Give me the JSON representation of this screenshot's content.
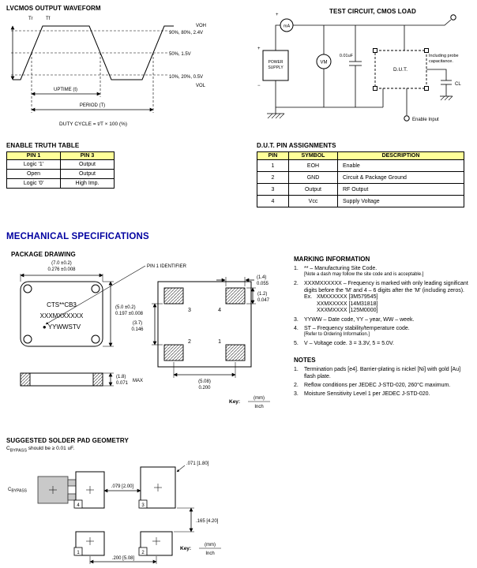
{
  "waveform": {
    "title": "LVCMOS OUTPUT WAVEFORM",
    "tr": "Tr",
    "tf": "Tf",
    "voh": "VOH",
    "vol": "VOL",
    "level_90": "90%, 80%, 2.4V",
    "level_50": "50%, 1.5V",
    "level_10": "10%, 20%, 0.5V",
    "uptime": "UPTIME (t)",
    "period": "PERIOD (T)",
    "duty_cycle": "DUTY CYCLE = t/T × 100 (%)"
  },
  "circuit": {
    "title": "TEST CIRCUIT, CMOS LOAD",
    "ammeter": "mA",
    "plus": "+",
    "minus": "−",
    "power_supply_line1": "POWER",
    "power_supply_line2": "SUPPLY",
    "voltmeter": "VM",
    "capacitor": "0.01uF",
    "dut": "D.U.T.",
    "cl": "CL",
    "probe_note_line1": "Including probe",
    "probe_note_line2": "capacitance.",
    "enable_input": "Enable Input"
  },
  "enable_truth_table": {
    "title": "ENABLE TRUTH TABLE",
    "headers": [
      "PIN 1",
      "PIN 3"
    ],
    "rows": [
      [
        "Logic '1'",
        "Output"
      ],
      [
        "Open",
        "Output"
      ],
      [
        "Logic '0'",
        "High Imp."
      ]
    ]
  },
  "pin_assignments": {
    "title": "D.U.T. PIN ASSIGNMENTS",
    "headers": [
      "PIN",
      "SYMBOL",
      "DESCRIPTION"
    ],
    "rows": [
      [
        "1",
        "EOH",
        "Enable"
      ],
      [
        "2",
        "GND",
        "Circuit & Package Ground"
      ],
      [
        "3",
        "Output",
        "RF Output"
      ],
      [
        "4",
        "Vcc",
        "Supply Voltage"
      ]
    ]
  },
  "mechanical": {
    "title": "MECHANICAL SPECIFICATIONS"
  },
  "package": {
    "title": "PACKAGE DRAWING",
    "marking_line1": "CTS**CB3",
    "marking_line2": "XXXMXXXXXX",
    "marking_line3": "● YYWWSTV",
    "pin1_identifier": "PIN 1 IDENTIFIER",
    "dim_width_mm": "(7.0 ±0.2)",
    "dim_width_in": "0.276 ±0.008",
    "dim_height_mm": "(5.0 ±0.2)",
    "dim_height_in": "0.197 ±0.008",
    "dim_pad_w_mm": "(1.4)",
    "dim_pad_w_in": "0.055",
    "dim_pad_h_mm": "(1.2)",
    "dim_pad_h_in": "0.047",
    "dim_pad_v_mm": "(3.7)",
    "dim_pad_v_in": "0.146",
    "dim_pitch_mm": "(5.08)",
    "dim_pitch_in": "0.200",
    "dim_thk_mm": "(1.8)",
    "dim_thk_in": "0.071",
    "dim_thk_max": "MAX",
    "pad_no_1": "1",
    "pad_no_2": "2",
    "pad_no_3": "3",
    "pad_no_4": "4",
    "key_label": "Key:",
    "key_mm": "(mm)",
    "key_inch": "Inch"
  },
  "marking_info": {
    "title": "MARKING INFORMATION",
    "items": [
      {
        "num": "1.",
        "text": "** – Manufacturing Site Code.",
        "note": "[Note a dash may follow the site code and is acceptable.]"
      },
      {
        "num": "2.",
        "text": "XXXMXXXXXX – Frequency is marked with only leading significant digits before the 'M' and 4 – 6 digits after the 'M' (including zeros).",
        "ex_label": "Ex.",
        "examples": [
          "XMXXXXXX  [3M579545]",
          "XXMXXXXX  [14M31818]",
          "XXXMXXXX  [125M0000]"
        ]
      },
      {
        "num": "3.",
        "text": "YYWW – Date code, YY – year, WW – week."
      },
      {
        "num": "4.",
        "text": "ST – Frequency stability/temperature code.",
        "note": "[Refer to Ordering Information.]"
      },
      {
        "num": "5.",
        "text": "V – Voltage code.  3 = 3.3V, 5 = 5.0V."
      }
    ]
  },
  "notes": {
    "title": "NOTES",
    "items": [
      {
        "num": "1.",
        "text": "Termination pads [e4].  Barrier-plating is nickel [Ni] with gold [Au] flash plate."
      },
      {
        "num": "2.",
        "text": "Reflow conditions per JEDEC J-STD-020, 260°C maximum."
      },
      {
        "num": "3.",
        "text": "Moisture Sensitivity Level 1 per JEDEC J-STD-020."
      }
    ]
  },
  "solder": {
    "title": "SUGGESTED SOLDER PAD GEOMETRY",
    "subtitle_pre": "C",
    "subtitle_sub": "BYPASS",
    "subtitle_post": " should be ≥ 0.01 uF.",
    "cbypass_label_pre": "C",
    "cbypass_label_sub": "BYPASS",
    "dim_pad_w": ".071 [1.80]",
    "dim_gap": ".079 [2.00]",
    "dim_v": ".165 [4.20]",
    "dim_pitch": ".200 [5.08]",
    "pad_no_1": "1",
    "pad_no_2": "2",
    "pad_no_3": "3",
    "pad_no_4": "4",
    "key_label": "Key:",
    "key_mm": "(mm)",
    "key_inch": "Inch"
  }
}
